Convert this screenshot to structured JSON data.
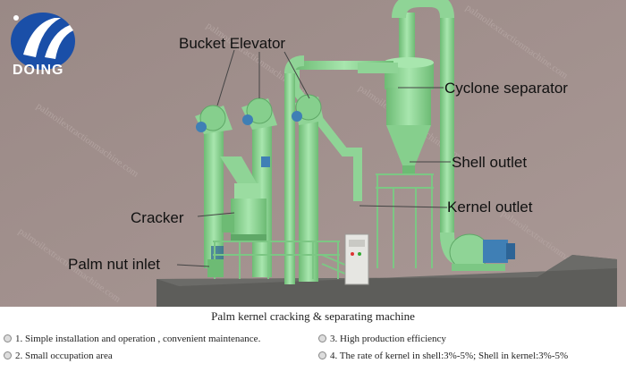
{
  "brand": {
    "name": "DOING"
  },
  "watermark": "palmoilextractionmachine.com",
  "callouts": {
    "bucket_elevator": "Bucket Elevator",
    "cyclone_separator": "Cyclone separator",
    "shell_outlet": "Shell outlet",
    "kernel_outlet": "Kernel outlet",
    "cracker": "Cracker",
    "palm_nut_inlet": "Palm nut inlet"
  },
  "caption": "Palm kernel cracking & separating machine",
  "features": [
    "1.  Simple installation and operation , convenient maintenance.",
    "3.  High production efficiency",
    "2.  Small occupation area",
    "4.  The rate of kernel in shell:3%-5%; Shell in kernel:3%-5%"
  ],
  "colors": {
    "background": "#9c8a87",
    "machine_green": "#93d79a",
    "machine_dark": "#5fa867",
    "floor": "#5d5d5a",
    "brand_blue": "#1a4fa8"
  }
}
